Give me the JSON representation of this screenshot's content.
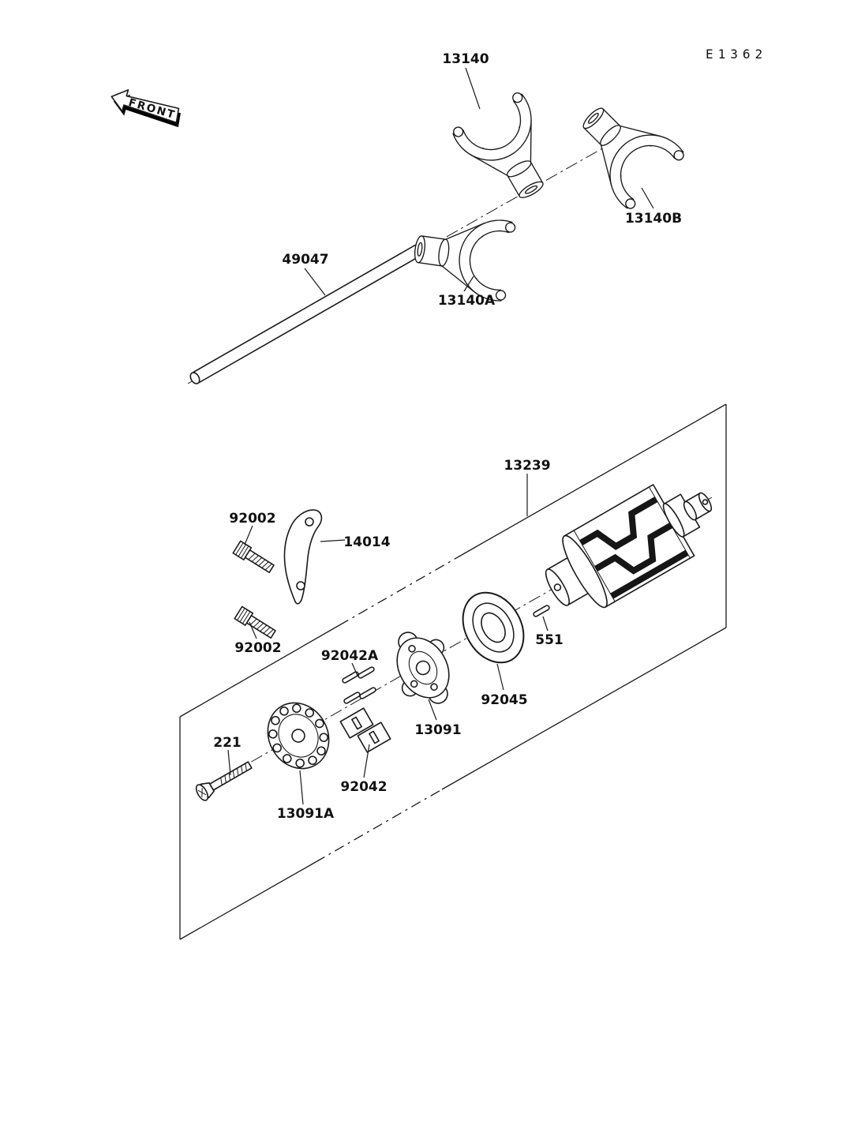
{
  "diagram": {
    "code": "E1362",
    "front": "FRONT",
    "labels": {
      "l13140": "13140",
      "l13140B": "13140B",
      "l13140A": "13140A",
      "l49047": "49047",
      "l13239": "13239",
      "l92002_top": "92002",
      "l92002_bottom": "92002",
      "l14014": "14014",
      "l92042A": "92042A",
      "l551": "551",
      "l92045": "92045",
      "l13091": "13091",
      "l221": "221",
      "l92042": "92042",
      "l13091A": "13091A"
    }
  }
}
